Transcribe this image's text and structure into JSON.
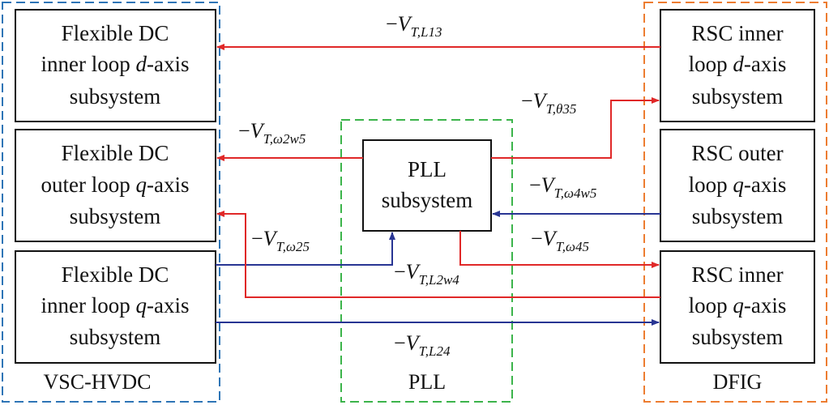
{
  "colors": {
    "vsc_group": "#2E75B6",
    "pll_group": "#3CB44B",
    "dfig_group": "#ED7D31",
    "red_signal": "#E02828",
    "blue_signal": "#283593",
    "box_border": "#111111"
  },
  "groups": {
    "vsc": {
      "label": "VSC-HVDC"
    },
    "pll": {
      "label": "PLL"
    },
    "dfig": {
      "label": "DFIG"
    }
  },
  "boxes": {
    "fd_inner_d": {
      "line1": "Flexible DC",
      "line2a": "inner loop ",
      "line2b": "d",
      "line2c": "-axis",
      "line3": "subsystem"
    },
    "fd_outer_q": {
      "line1": "Flexible DC",
      "line2a": "outer loop ",
      "line2b": "q",
      "line2c": "-axis",
      "line3": "subsystem"
    },
    "fd_inner_q": {
      "line1": "Flexible DC",
      "line2a": "inner loop ",
      "line2b": "q",
      "line2c": "-axis",
      "line3": "subsystem"
    },
    "pll": {
      "line1": "PLL",
      "line2": "subsystem"
    },
    "rsc_inner_d": {
      "line1": "RSC inner",
      "line2a": "loop ",
      "line2b": "d",
      "line2c": "-axis",
      "line3": "subsystem"
    },
    "rsc_outer_q": {
      "line1": "RSC outer",
      "line2a": "loop ",
      "line2b": "q",
      "line2c": "-axis",
      "line3": "subsystem"
    },
    "rsc_inner_q": {
      "line1": "RSC inner",
      "line2a": "loop ",
      "line2b": "q",
      "line2c": "-axis",
      "line3": "subsystem"
    }
  },
  "signals": {
    "l13": {
      "prefix": "−",
      "v": "V",
      "sub": "T,L13"
    },
    "theta35": {
      "prefix": "−",
      "v": "V",
      "sub": "T,θ35"
    },
    "w2w5": {
      "prefix": "−",
      "v": "V",
      "sub": "T,ω2w5"
    },
    "w4w5": {
      "prefix": "−",
      "v": "V",
      "sub": "T,ω4w5"
    },
    "w25": {
      "prefix": "−",
      "v": "V",
      "sub": "T,ω25"
    },
    "w45": {
      "prefix": "−",
      "v": "V",
      "sub": "T,ω45"
    },
    "l2w4": {
      "prefix": "−",
      "v": "V",
      "sub": "T,L2w4"
    },
    "l24": {
      "prefix": "−",
      "v": "V",
      "sub": "T,L24"
    }
  }
}
